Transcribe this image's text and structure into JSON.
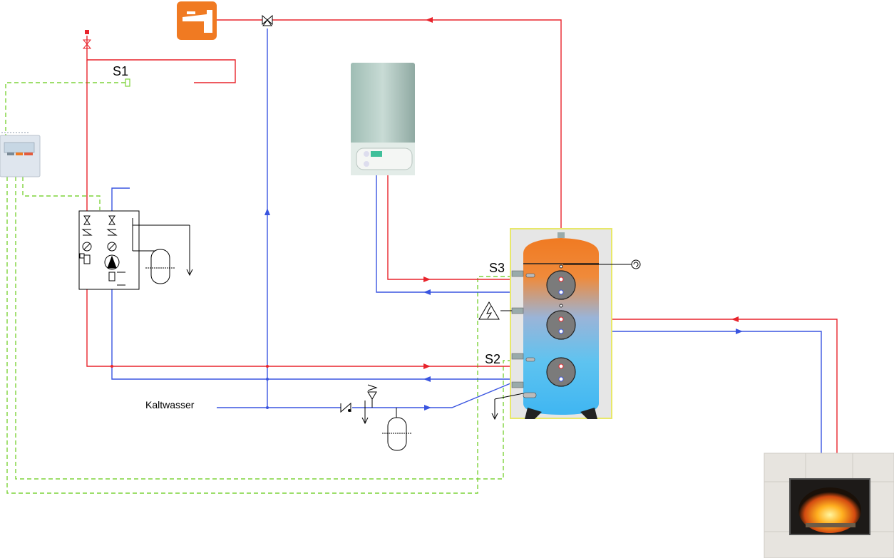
{
  "labels": {
    "s1": "S1",
    "s2": "S2",
    "s3": "S3",
    "cold_water": "Kaltwasser"
  },
  "colors": {
    "hot_line": "#e8242c",
    "cold_line": "#3a55e0",
    "sensor_line": "#7dd33a",
    "tap_icon": "#f07a22",
    "tank_hot": "#f07a22",
    "tank_cold": "#4fc3f7",
    "tank_frame": "#f2f28a"
  },
  "icons": {
    "tap": "tap-icon",
    "boiler": "gas-boiler-icon",
    "controller": "solar-controller-icon",
    "fireplace": "fireplace-icon",
    "electric_heater": "electric-heater-warning-icon",
    "thermometer": "thermometer-icon"
  }
}
